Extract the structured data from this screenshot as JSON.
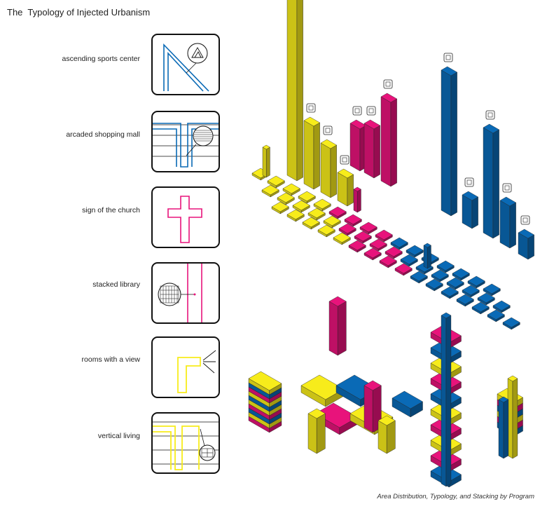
{
  "title": "The  Typology of Injected Urbanism",
  "caption": "Area Distribution, Typology, and Stacking by Program",
  "colors": {
    "yellow": "#f7ec1b",
    "magenta": "#e8137b",
    "blue": "#0a6ab6",
    "outline": "#111111"
  },
  "typologies": [
    {
      "label": "ascending sports center",
      "color": "blue",
      "icon": "mountain-icon"
    },
    {
      "label": "arcaded shopping mall",
      "color": "blue",
      "icon": "stacked-goods-icon"
    },
    {
      "label": "sign of the church",
      "color": "magenta",
      "icon": "cross-icon"
    },
    {
      "label": "stacked library",
      "color": "magenta",
      "icon": "bookshelf-icon"
    },
    {
      "label": "rooms with a view",
      "color": "yellow",
      "icon": "view-rays-icon"
    },
    {
      "label": "vertical living",
      "color": "yellow",
      "icon": "window-icon"
    }
  ]
}
